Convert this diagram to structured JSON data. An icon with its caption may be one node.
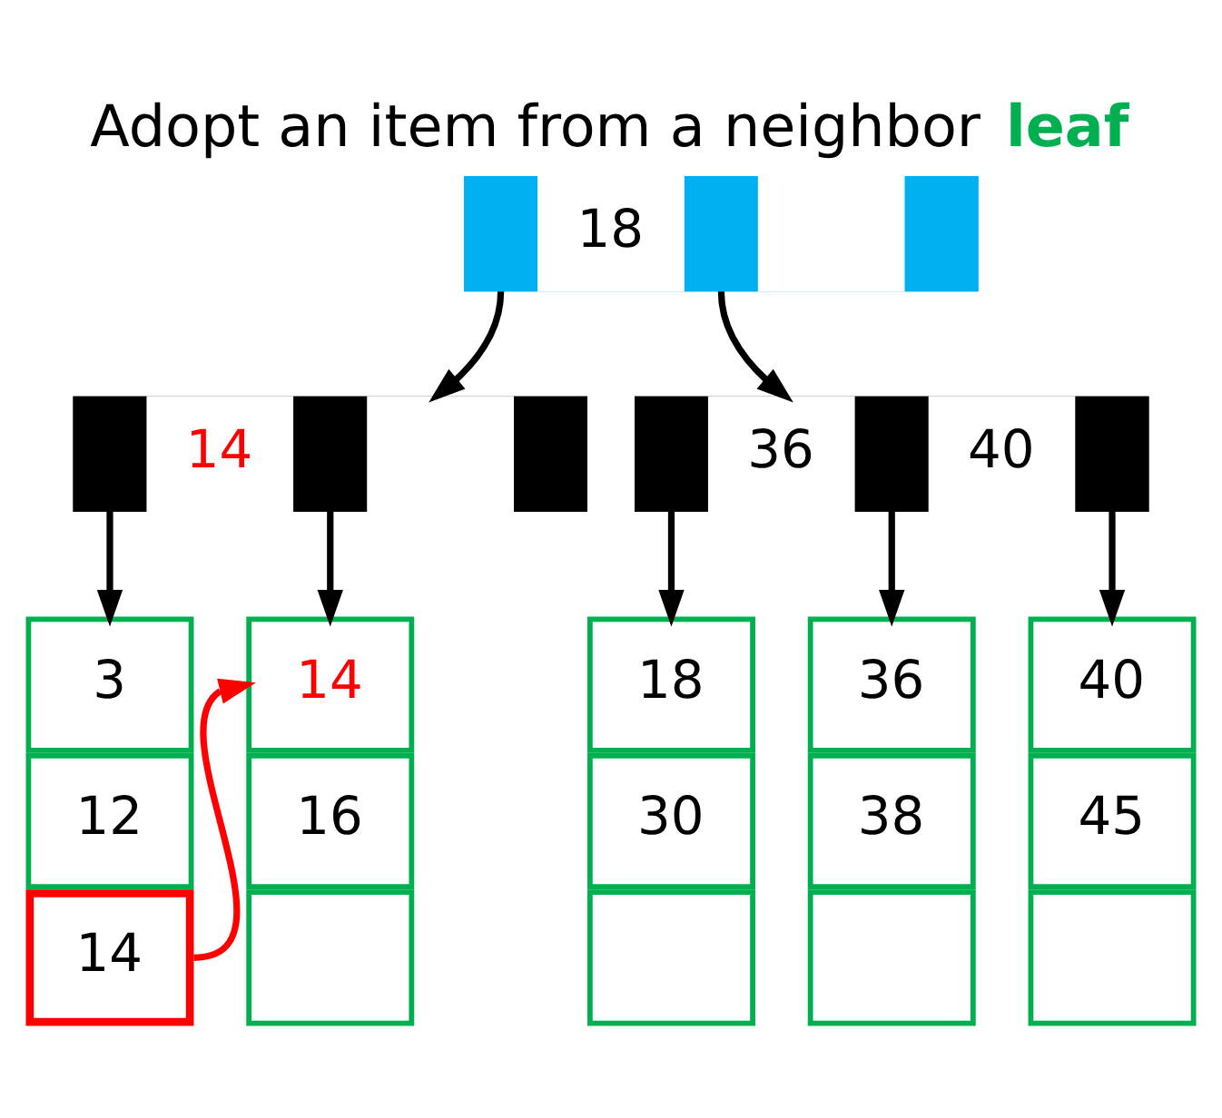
{
  "diagram": {
    "title": "Adopt an item from a neighbor **leaf**",
    "nodes": [
      {
        "text": [
          "18"
        ]
      },
      {
        "text": [
          "14"
        ]
      },
      {
        "text": [
          "36",
          "40"
        ]
      },
      {
        "text": [
          "3",
          "12",
          "14"
        ]
      },
      {
        "text": [
          "14",
          "16"
        ]
      },
      {
        "text": [
          "18",
          "30"
        ]
      },
      {
        "text": [
          "36",
          "38"
        ]
      },
      {
        "text": [
          "40",
          "45"
        ]
      }
    ],
    "edges": [
      {
        "from": 0,
        "to": 1,
        "arrow": "to"
      },
      {
        "from": 0,
        "to": 2,
        "arrow": "to"
      },
      {
        "from": 1,
        "to": 3,
        "arrow": "to"
      },
      {
        "from": 1,
        "to": 4,
        "arrow": "to"
      },
      {
        "from": 2,
        "to": 5,
        "arrow": "to"
      },
      {
        "from": 2,
        "to": 6,
        "arrow": "to"
      },
      {
        "from": 2,
        "to": 7,
        "arrow": "to"
      },
      {
        "from": 3,
        "to": 4,
        "arrow": "to",
        "color": "#ff0000"
      }
    ]
  }
}
